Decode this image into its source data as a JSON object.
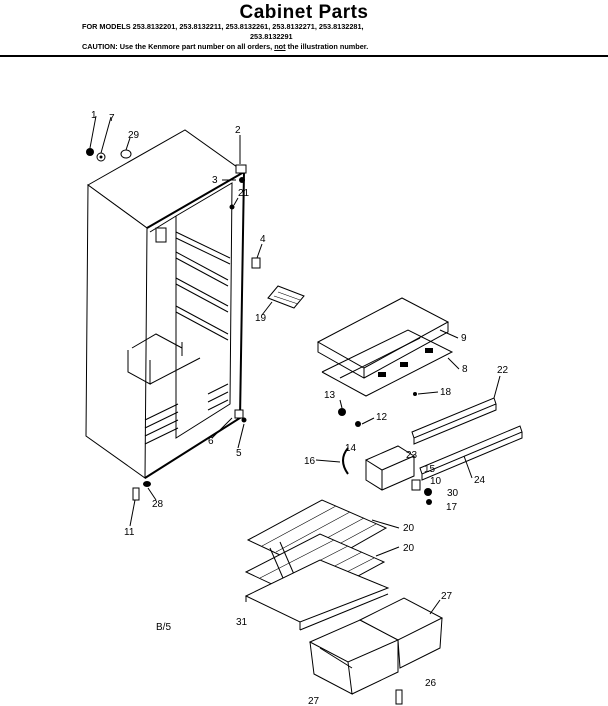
{
  "header": {
    "title": "Cabinet Parts",
    "models_line1": "FOR MODELS 253.8132201, 253.8132211, 253.8132261, 253.8132271, 253.8132281,",
    "models_line2": "253.8132291",
    "caution_prefix": "CAUTION: Use the Kenmore part number on all orders,",
    "caution_not": "not",
    "caution_suffix": "the illustration number."
  },
  "callouts": {
    "c1": "1",
    "c7": "7",
    "c29": "29",
    "c2": "2",
    "c3": "3",
    "c21": "21",
    "c4": "4",
    "c19": "19",
    "c9": "9",
    "c8": "8",
    "c22": "22",
    "c18": "18",
    "c13": "13",
    "c12": "12",
    "c6": "6",
    "c5": "5",
    "c14": "14",
    "c16": "16",
    "c23": "23",
    "c15": "15",
    "c10": "10",
    "c24": "24",
    "c30": "30",
    "c17": "17",
    "c28": "28",
    "c11": "11",
    "c20a": "20",
    "c20b": "20",
    "c27a": "27",
    "c27b": "27",
    "c26": "26",
    "c31": "31"
  },
  "page_code": "B/5"
}
